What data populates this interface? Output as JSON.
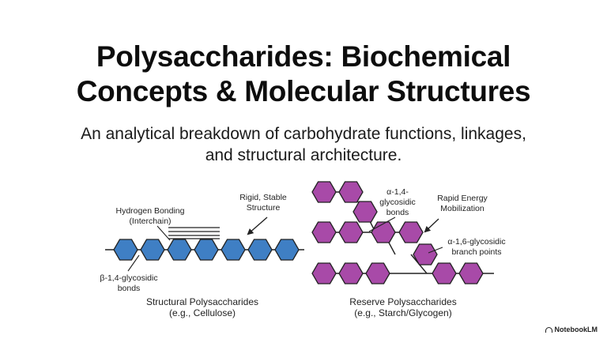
{
  "title": {
    "line1": "Polysaccharides: Biochemical",
    "line2": "Concepts & Molecular Structures"
  },
  "subtitle": {
    "line1": "An analytical breakdown of carbohydrate functions, linkages,",
    "line2": "and structural architecture."
  },
  "structural": {
    "label_hbond_1": "Hydrogen Bonding",
    "label_hbond_2": "(Interchain)",
    "label_rigid_1": "Rigid, Stable",
    "label_rigid_2": "Structure",
    "label_beta_1": "β-1,4-glycosidic",
    "label_beta_2": "bonds",
    "caption_1": "Structural Polysaccharides",
    "caption_2": "(e.g., Cellulose)"
  },
  "reserve": {
    "label_alpha14_1": "α-1,4-",
    "label_alpha14_2": "glycosidic",
    "label_alpha14_3": "bonds",
    "label_energy_1": "Rapid Energy",
    "label_energy_2": "Mobilization",
    "label_alpha16_1": "α-1,6-glycosidic",
    "label_alpha16_2": "branch points",
    "caption_1": "Reserve Polysaccharides",
    "caption_2": "(e.g., Starch/Glycogen)"
  },
  "colors": {
    "cellulose_fill": "#3f7fc4",
    "glycogen_fill": "#a84aa8",
    "stroke": "#222222"
  },
  "brand": {
    "icon": "notebook-icon",
    "label": "NotebookLM"
  }
}
